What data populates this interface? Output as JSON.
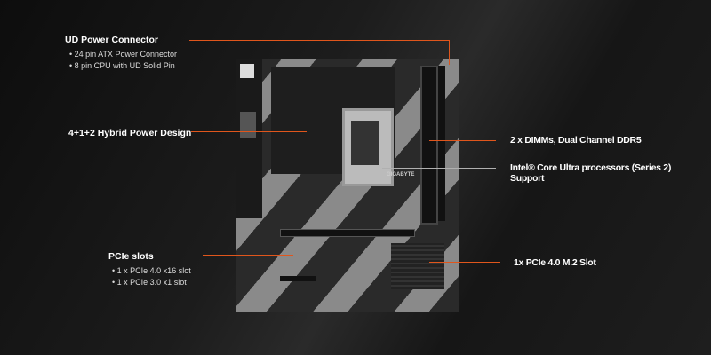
{
  "callouts": {
    "ud_power": {
      "title": "UD Power Connector",
      "items": [
        "24 pin ATX Power Connector",
        "8 pin CPU with UD Solid Pin"
      ]
    },
    "hybrid_power": {
      "title": "4+1+2 Hybrid Power Design"
    },
    "pcie": {
      "title": "PCIe slots",
      "items": [
        "1 x PCIe 4.0 x16 slot",
        "1 x PCIe 3.0 x1 slot"
      ]
    },
    "dimms": {
      "title": "2 x DIMMs, Dual Channel DDR5"
    },
    "cpu": {
      "title": "Intel® Core Ultra processors (Series 2) Support"
    },
    "m2": {
      "title": "1x PCIe 4.0 M.2 Slot"
    }
  },
  "board": {
    "brand": "GIGABYTE"
  },
  "colors": {
    "accent": "#e0561c"
  }
}
